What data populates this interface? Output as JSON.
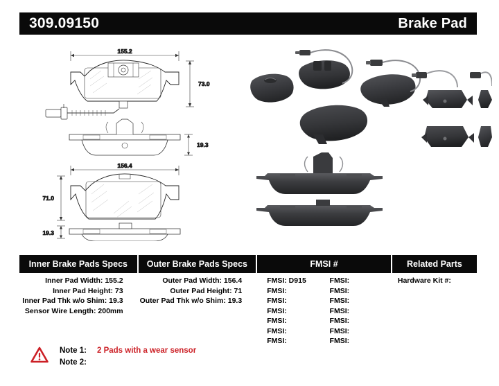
{
  "header": {
    "part_number": "309.09150",
    "product_title": "Brake Pad"
  },
  "drawings": {
    "inner_pad_width_dim": "155.2",
    "inner_pad_height_dim": "73.0",
    "inner_pad_thickness_dim": "19.3",
    "outer_pad_width_dim": "156.4",
    "outer_pad_height_dim": "71.0",
    "outer_pad_thickness_dim": "19.3"
  },
  "table": {
    "headers": {
      "inner": "Inner Brake Pads Specs",
      "outer": "Outer Brake Pads Specs",
      "fmsi": "FMSI #",
      "related": "Related Parts"
    },
    "inner_specs": [
      "Inner Pad Width: 155.2",
      "Inner Pad Height: 73",
      "Inner Pad Thk w/o Shim: 19.3",
      "Sensor Wire Length: 200mm"
    ],
    "outer_specs": [
      "Outer Pad Width: 156.4",
      "Outer Pad Height: 71",
      "Outer Pad Thk w/o Shim: 19.3"
    ],
    "fmsi_left": [
      "FMSI: D915",
      "FMSI:",
      "FMSI:",
      "FMSI:",
      "FMSI:",
      "FMSI:",
      "FMSI:"
    ],
    "fmsi_right": [
      "FMSI:",
      "FMSI:",
      "FMSI:",
      "FMSI:",
      "FMSI:",
      "FMSI:",
      "FMSI:"
    ],
    "related_specs": [
      "Hardware Kit #:"
    ]
  },
  "notes": {
    "note1_label": "Note 1:",
    "note1_text": "2 Pads with a wear sensor",
    "note2_label": "Note 2:",
    "note2_text": ""
  },
  "colors": {
    "header_bg": "#0a0a0a",
    "note_accent": "#cc2026",
    "warning_red": "#cc2026"
  }
}
